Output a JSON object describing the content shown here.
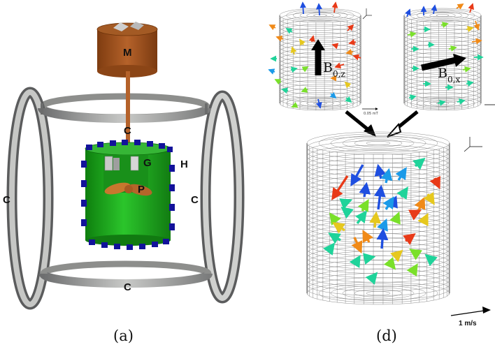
{
  "panel_a": {
    "caption": "(a)",
    "labels": {
      "motor": "M",
      "coil_top": "C",
      "coil_left": "C",
      "coil_right": "C",
      "coil_bottom": "C",
      "guide": "G",
      "heater": "H",
      "propeller": "P"
    }
  },
  "panel_d": {
    "caption": "(d)",
    "inset_left": {
      "field_symbol": "B",
      "field_subscript": "0,z",
      "scale_text": "0.05 mT"
    },
    "inset_right": {
      "field_symbol": "B",
      "field_subscript": "0,x"
    },
    "velocity_scale": "1 m/s"
  },
  "colors": {
    "motor": "#a0521a",
    "shaft": "#b8652a",
    "coil_ring": "#a9aaa7",
    "coil_edge": "#5f6061",
    "vessel": "#1fa51f",
    "heater_pad": "#12129a",
    "propeller": "#c7772e"
  }
}
